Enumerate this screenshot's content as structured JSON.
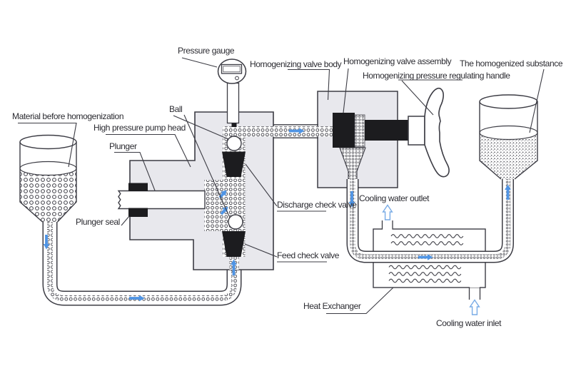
{
  "diagram": {
    "labels": {
      "pressure_gauge": "Pressure gauge",
      "valve_body": "Homogenizing valve body",
      "valve_assembly": "Homogenizing valve assembly",
      "regulating_handle": "Homogenizing pressure regulating handle",
      "homogenized_substance": "The homogenized substance",
      "material_before": "Material before homogenization",
      "pump_head": "High pressure pump head",
      "plunger": "Plunger",
      "plunger_seal": "Plunger seal",
      "ball": "Ball",
      "discharge_check_valve": "Discharge check valve",
      "feed_check_valve": "Feed check valve",
      "cooling_water_outlet": "Cooling water outlet",
      "heat_exchanger": "Heat Exchanger",
      "cooling_water_inlet": "Cooling water inlet"
    },
    "colors": {
      "accent_blue": "#4f94e4",
      "cooling_blue": "#78abe6",
      "block_gray": "#e8e8ed",
      "dark_part": "#1c1c1f",
      "outline": "#3c3c44",
      "text_color": "#2b2b31",
      "background": "#ffffff"
    }
  }
}
